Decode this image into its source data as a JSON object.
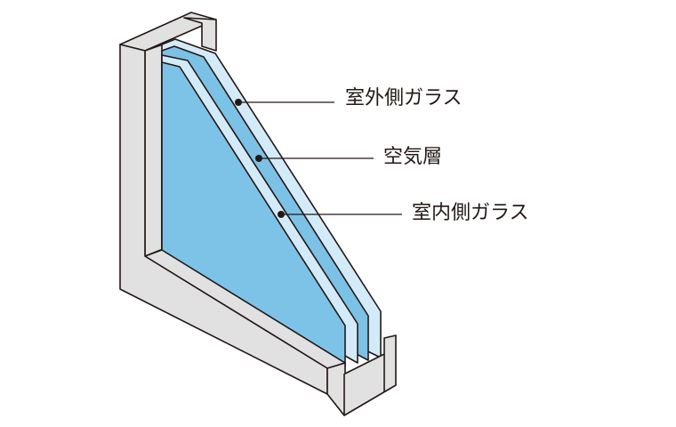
{
  "labels": {
    "outer_glass": "室外側ガラス",
    "air_layer": "空気層",
    "inner_glass": "室内側ガラス"
  },
  "colors": {
    "frame": "#e1e1e1",
    "glass_pane": "#d3ebf8",
    "air": "#7cc1e6",
    "glass_face": "#7dc3e8",
    "outline": "#231815"
  }
}
